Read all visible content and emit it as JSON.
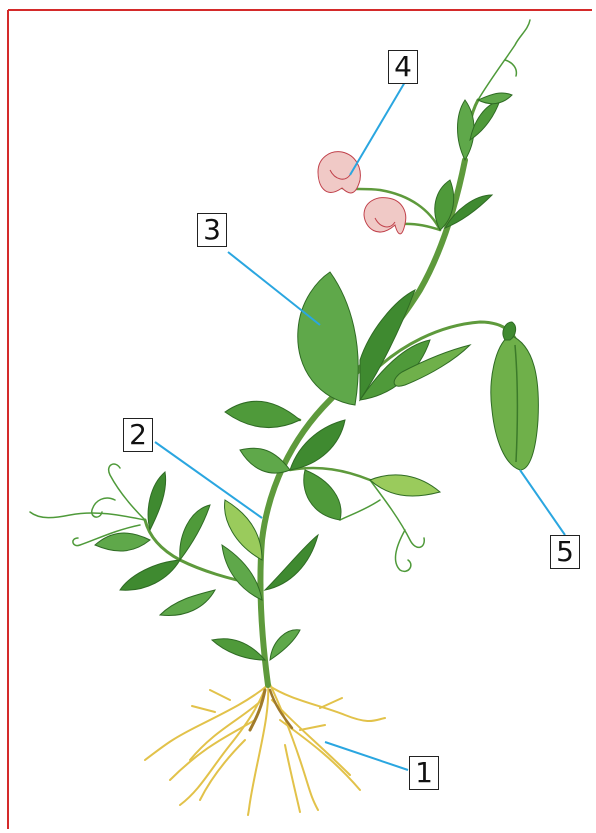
{
  "labels": [
    "1",
    "2",
    "3",
    "4",
    "5"
  ],
  "colors": {
    "frame": "#d42a2a",
    "leader": "#2aa6e0",
    "leaf": "#4f9a3a",
    "leaf_dark": "#2f6b24",
    "leaf_light": "#9acb5c",
    "stem": "#5e9a3c",
    "root": "#e2c24a",
    "root_dark": "#a07a2a",
    "flower": "#f0c9c6",
    "flower_dark": "#c0404a",
    "pod": "#6fb04a"
  }
}
